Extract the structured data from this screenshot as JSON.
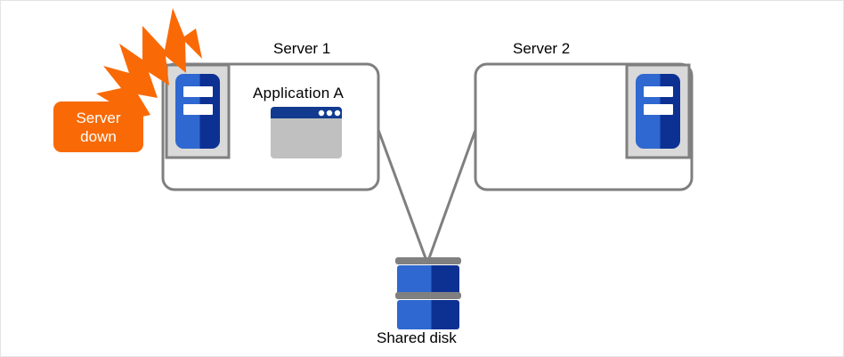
{
  "diagram": {
    "title_hidden": "Server failover with shared disk",
    "background_color": "#ffffff",
    "border_color": "#e3e3e3"
  },
  "colors": {
    "accent_orange": "#f96a06",
    "server_blue_light": "#2f68d0",
    "server_blue_dark": "#0d3193",
    "box_border_gray": "#7f7f7f",
    "icon_frame_gray": "#d9d9d9",
    "icon_frame_border": "#808080",
    "window_titlebar": "#123b8f",
    "window_body": "#c0c0c0",
    "disk_bar_gray": "#808080",
    "text_black": "#000000",
    "text_white": "#ffffff"
  },
  "alert": {
    "badge_line1": "Server",
    "badge_line2": "down",
    "burst_icon": "explosion-burst-icon"
  },
  "nodes": [
    {
      "id": "server1",
      "label": "Server 1",
      "icon": "server-icon",
      "icon_position": "left",
      "contents": [
        {
          "type": "application",
          "label": "Application A",
          "icon": "app-window-icon"
        }
      ]
    },
    {
      "id": "server2",
      "label": "Server 2",
      "icon": "server-icon",
      "icon_position": "right",
      "contents": []
    }
  ],
  "storage": {
    "label": "Shared disk",
    "icon": "database-disk-icon"
  },
  "connections": [
    {
      "from": "server1",
      "to": "shared-disk"
    },
    {
      "from": "server2",
      "to": "shared-disk"
    }
  ]
}
